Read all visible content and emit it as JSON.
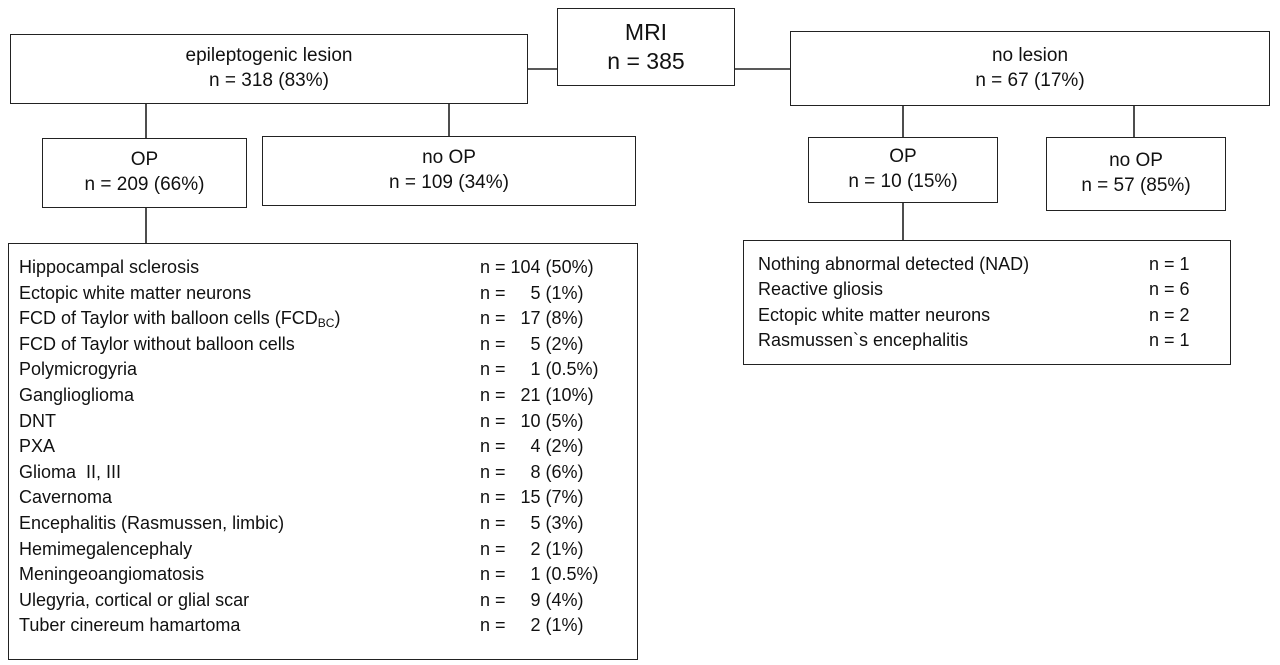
{
  "root": {
    "title": "MRI",
    "count": "n = 385"
  },
  "lesion": {
    "title": "epileptogenic lesion",
    "count": "n = 318 (83%)"
  },
  "nolesion": {
    "title": "no lesion",
    "count": "n = 67 (17%)"
  },
  "lesion_op": {
    "title": "OP",
    "count": "n = 209 (66%)"
  },
  "lesion_noop": {
    "title": "no OP",
    "count": "n = 109 (34%)"
  },
  "nolesion_op": {
    "title": "OP",
    "count": "n = 10 (15%)"
  },
  "nolesion_noop": {
    "title": "no OP",
    "count": "n = 57 (85%)"
  },
  "lesion_findings": [
    {
      "label": "Hippocampal sclerosis",
      "count": "n = 104 (50%)"
    },
    {
      "label": "Ectopic white matter neurons",
      "count": "n =     5 (1%)"
    },
    {
      "label": "FCD of Taylor with balloon cells (FCD",
      "label_sub": "BC",
      "label_end": ")",
      "count": "n =   17 (8%)"
    },
    {
      "label": "FCD of Taylor without balloon cells",
      "count": "n =     5 (2%)"
    },
    {
      "label": "Polymicrogyria",
      "count": "n =     1 (0.5%)"
    },
    {
      "label": "Ganglioglioma",
      "count": "n =   21 (10%)"
    },
    {
      "label": "DNT",
      "count": "n =   10 (5%)"
    },
    {
      "label": "PXA",
      "count": "n =     4 (2%)"
    },
    {
      "label": "Glioma  II, III",
      "count": "n =     8 (6%)"
    },
    {
      "label": "Cavernoma",
      "count": "n =   15 (7%)"
    },
    {
      "label": "Encephalitis (Rasmussen, limbic)",
      "count": "n =     5 (3%)"
    },
    {
      "label": "Hemimegalencephaly",
      "count": "n =     2 (1%)"
    },
    {
      "label": "Meningeoangiomatosis",
      "count": "n =     1 (0.5%)"
    },
    {
      "label": "Ulegyria, cortical or glial scar",
      "count": "n =     9 (4%)"
    },
    {
      "label": "Tuber cinereum hamartoma",
      "count": "n =     2 (1%)"
    }
  ],
  "nolesion_findings": [
    {
      "label": "Nothing abnormal detected (NAD)",
      "count": "n = 1"
    },
    {
      "label": "Reactive gliosis",
      "count": "n = 6"
    },
    {
      "label": "Ectopic white matter neurons",
      "count": "n = 2"
    },
    {
      "label": "Rasmussen`s encephalitis",
      "count": "n = 1"
    }
  ]
}
